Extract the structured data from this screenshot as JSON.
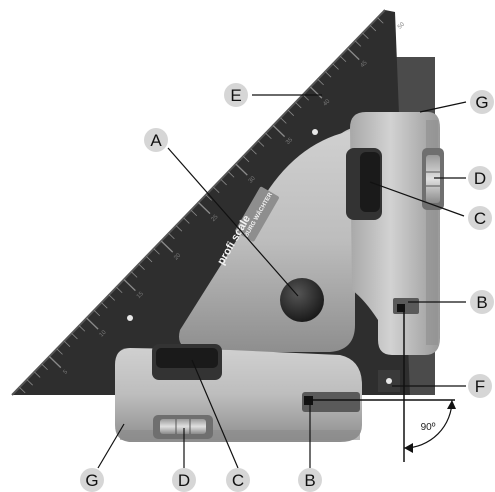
{
  "product": {
    "brand": "BURG WÄCHTER",
    "name": "profi scale"
  },
  "ruler_marks": [
    "5",
    "10",
    "15",
    "20",
    "25",
    "30",
    "35",
    "40",
    "45",
    "50"
  ],
  "angle_label": "90º",
  "callouts": [
    {
      "id": "A",
      "label": "A"
    },
    {
      "id": "B1",
      "label": "B"
    },
    {
      "id": "B2",
      "label": "B"
    },
    {
      "id": "C1",
      "label": "C"
    },
    {
      "id": "C2",
      "label": "C"
    },
    {
      "id": "D1",
      "label": "D"
    },
    {
      "id": "D2",
      "label": "D"
    },
    {
      "id": "E",
      "label": "E"
    },
    {
      "id": "F",
      "label": "F"
    },
    {
      "id": "G1",
      "label": "G"
    },
    {
      "id": "G2",
      "label": "G"
    }
  ],
  "colors": {
    "ruler": "#333333",
    "ruler_back": "#4a4a4a",
    "body_light": "#c4c4c4",
    "body_mid": "#9e9e9e",
    "body_dark": "#6a6a6a",
    "callout_circle": "#d6d6d6",
    "line": "#111111"
  }
}
